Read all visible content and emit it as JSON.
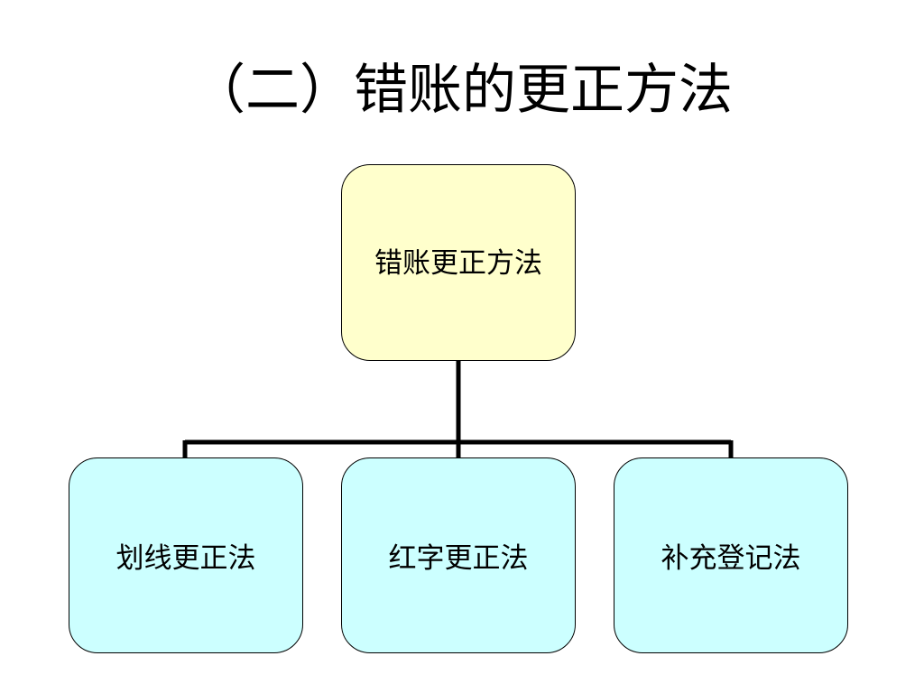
{
  "title": "（二）错账的更正方法",
  "colors": {
    "root_fill": "#FFFFCC",
    "child_fill": "#CCFFFF",
    "border": "#000000",
    "connector": "#000000"
  },
  "diagram": {
    "root": {
      "label": "错账更正方法"
    },
    "children": [
      {
        "label": "划线更正法"
      },
      {
        "label": "红字更正法"
      },
      {
        "label": "补充登记法"
      }
    ]
  }
}
